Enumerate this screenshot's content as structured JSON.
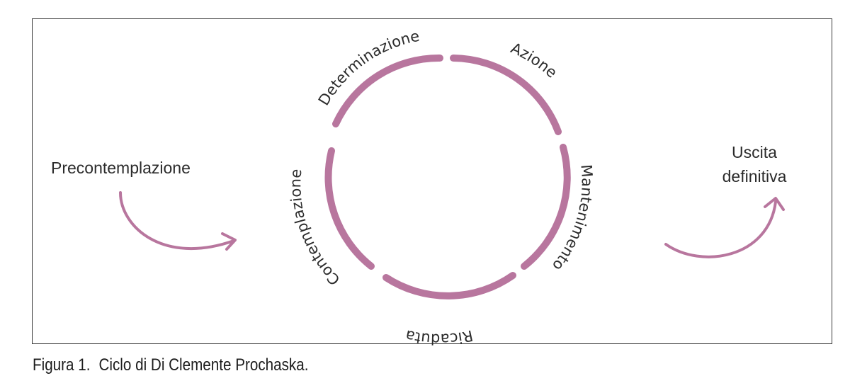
{
  "diagram": {
    "stages": {
      "determinazione": "Determinazione",
      "azione": "Azione",
      "mantenimento": "Mantenimento",
      "ricaduta": "Ricaduta",
      "contemplazione": "Contemplazione"
    },
    "entry_label": "Precontemplazione",
    "exit_label_line1": "Uscita",
    "exit_label_line2": "definitiva",
    "cycle_color": "#b8769e",
    "arrow_color": "#b8769e"
  },
  "caption": {
    "number": "Figura 1.",
    "text": "Ciclo di Di Clemente Prochaska."
  }
}
